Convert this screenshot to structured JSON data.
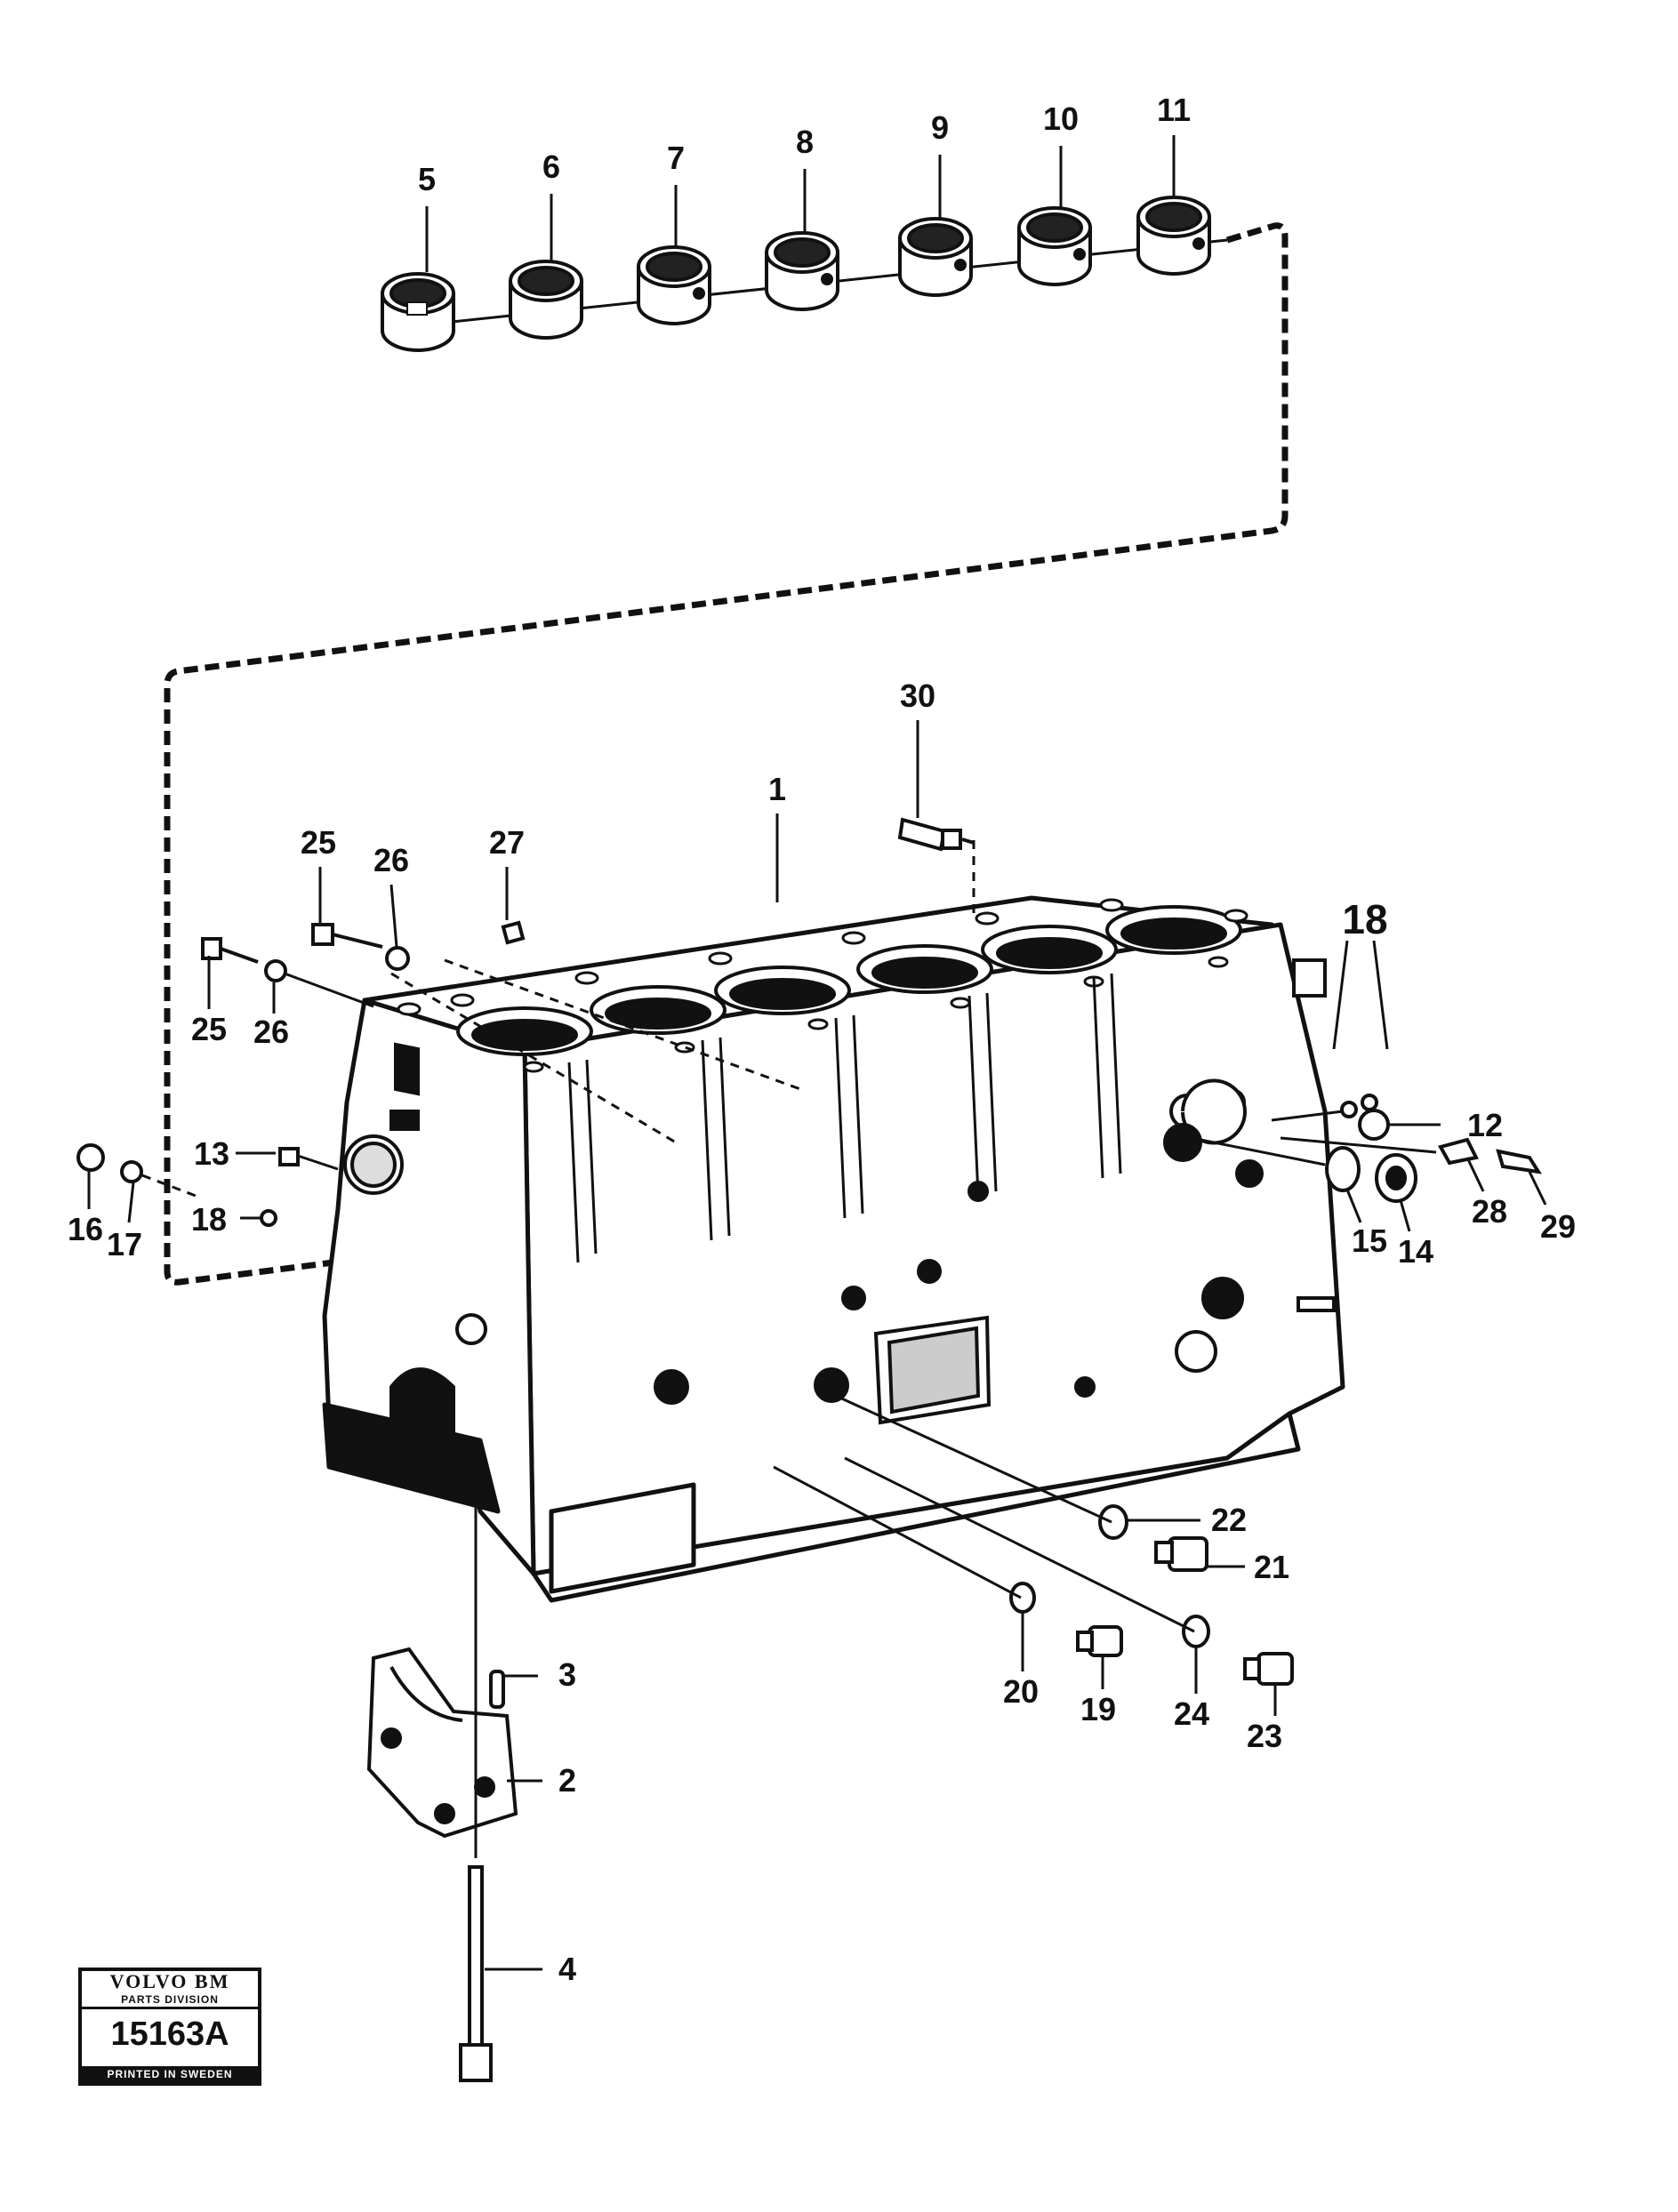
{
  "callouts": {
    "c1": "1",
    "c2": "2",
    "c3": "3",
    "c4": "4",
    "c5": "5",
    "c6": "6",
    "c7": "7",
    "c8": "8",
    "c9": "9",
    "c10": "10",
    "c11": "11",
    "c12": "12",
    "c13": "13",
    "c14": "14",
    "c15": "15",
    "c16": "16",
    "c17": "17",
    "c18_top": "18",
    "c18_left": "18",
    "c19": "19",
    "c20": "20",
    "c21": "21",
    "c22": "22",
    "c23": "23",
    "c24": "24",
    "c25_a": "25",
    "c25_b": "25",
    "c26_a": "26",
    "c26_b": "26",
    "c27": "27",
    "c28": "28",
    "c29": "29",
    "c30": "30"
  },
  "stamp": {
    "brand": "VOLVO BM",
    "division": "PARTS DIVISION",
    "code": "15163A",
    "printed": "PRINTED IN SWEDEN"
  }
}
